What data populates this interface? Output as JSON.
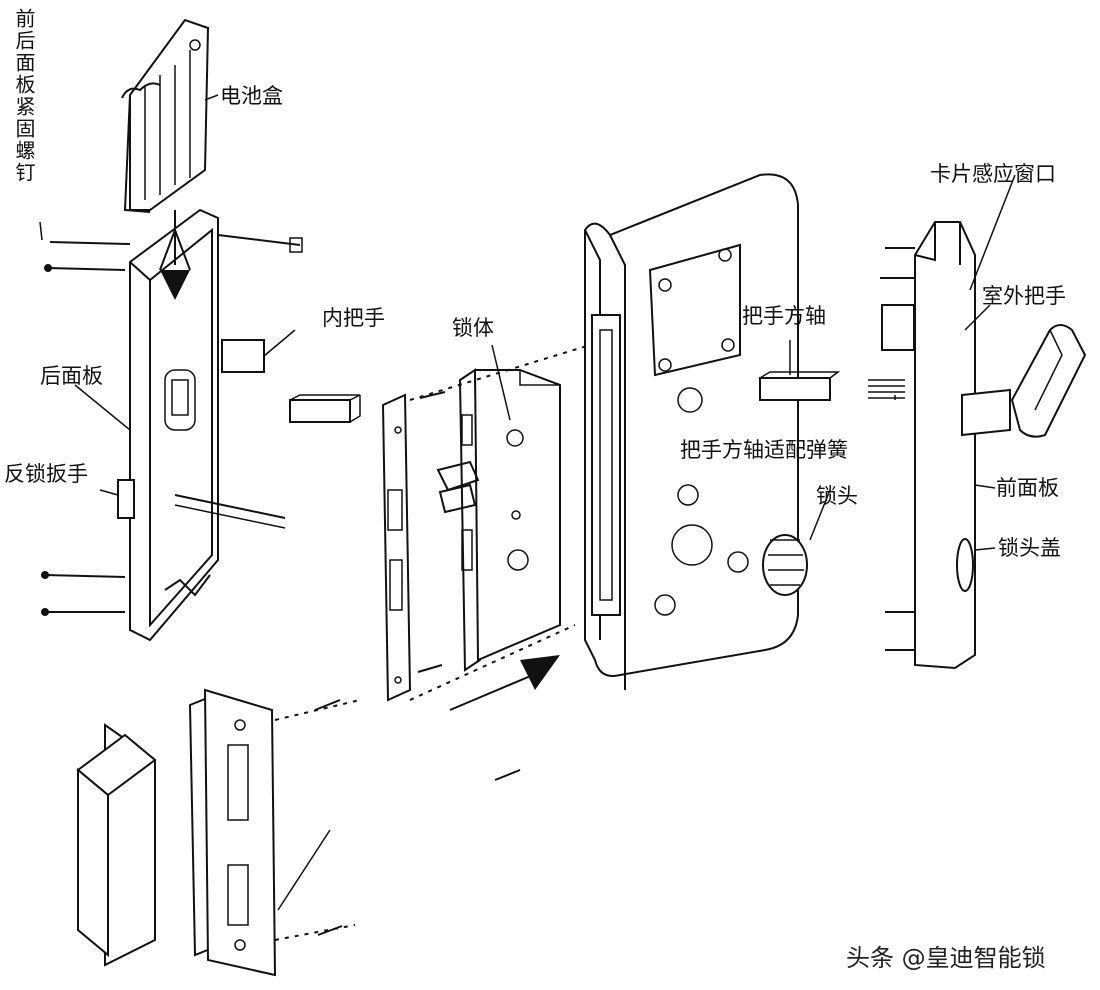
{
  "labels": {
    "front_back_panel_screws": "前后面板紧固螺钉",
    "battery_box": "电池盒",
    "inner_handle": "内把手",
    "lock_body": "锁体",
    "handle_square_shaft": "把手方轴",
    "card_sensing_window": "卡片感应窗口",
    "outdoor_handle": "室外把手",
    "back_panel": "后面板",
    "anti_lock_knob": "反锁扳手",
    "shaft_adapter_spring": "把手方轴适配弹簧",
    "lock_cylinder": "锁头",
    "front_panel": "前面板",
    "cylinder_cover": "锁头盖"
  },
  "watermark": "头条 @皇迪智能锁",
  "colors": {
    "line": "#111111",
    "background": "#ffffff"
  }
}
